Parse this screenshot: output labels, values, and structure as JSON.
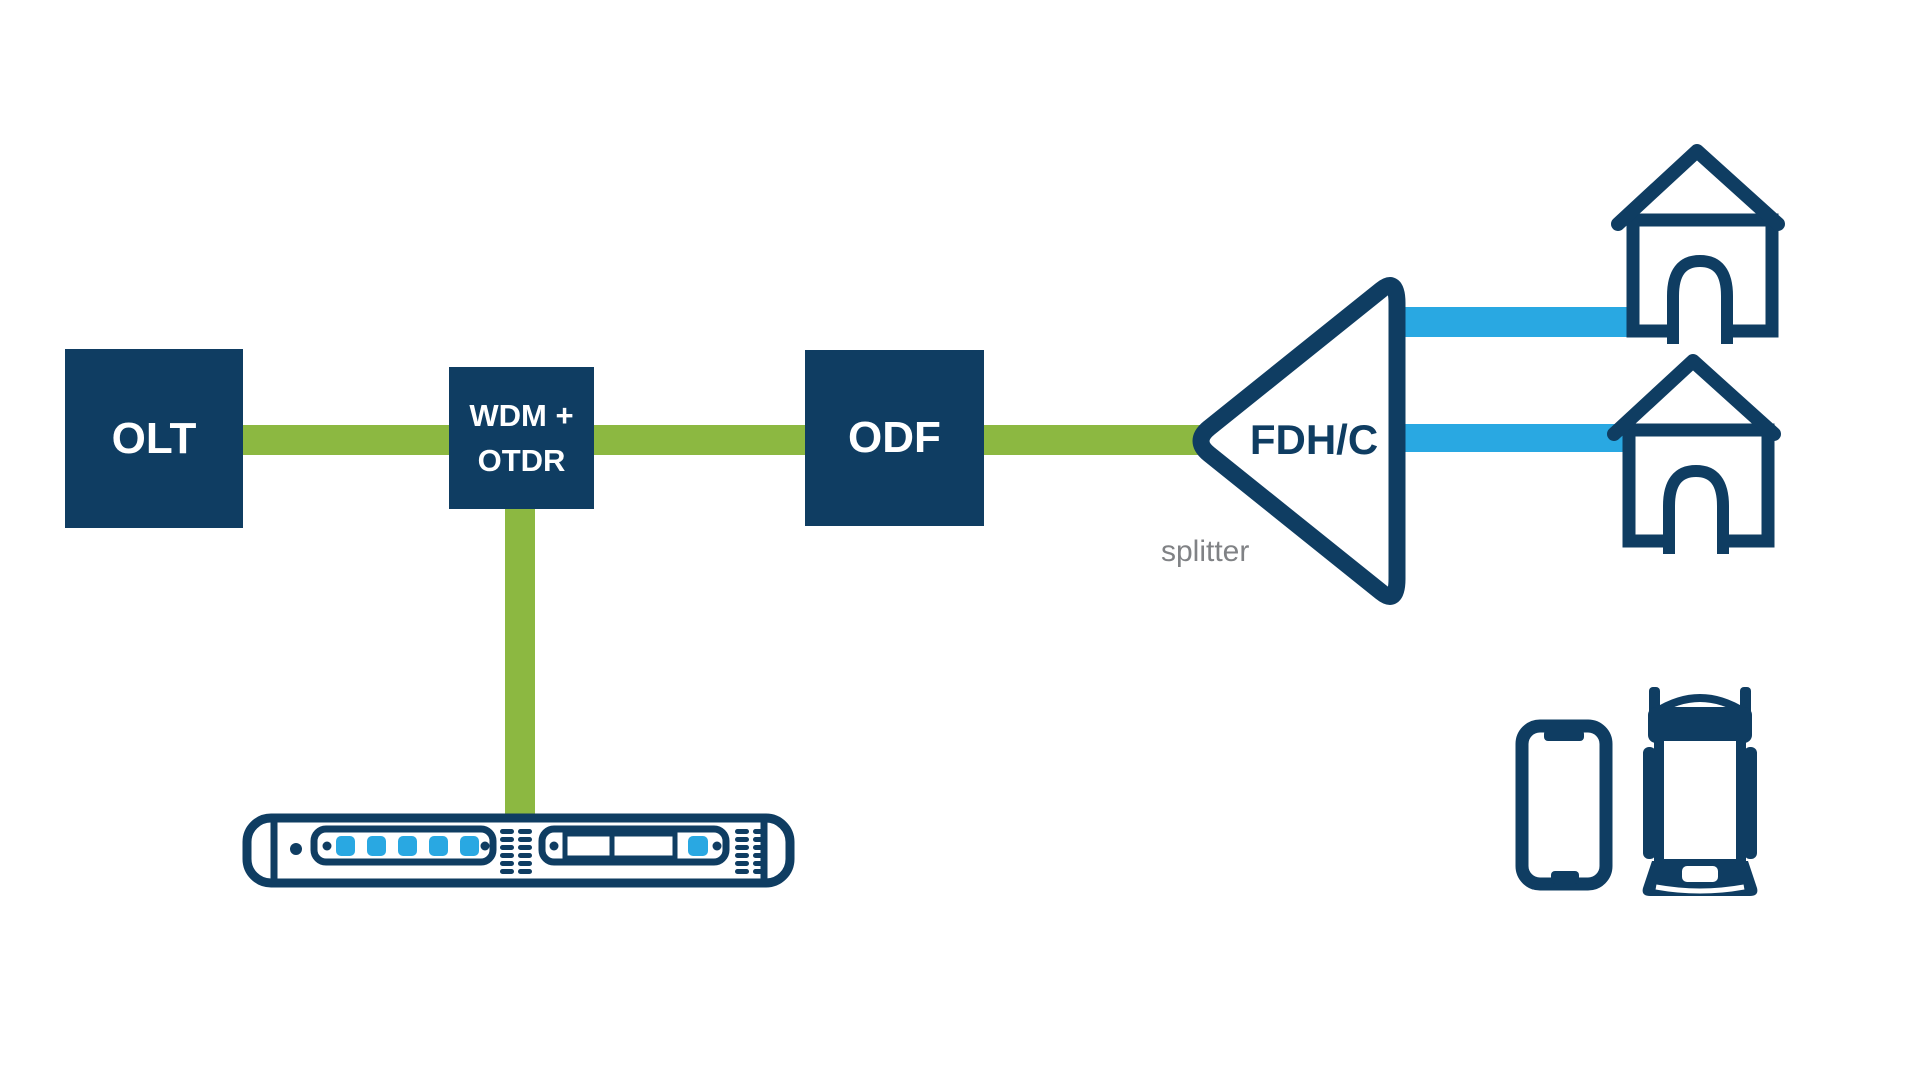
{
  "diagram_type": "fiber-network-topology",
  "nodes": {
    "olt": {
      "label": "OLT"
    },
    "wdm_otdr": {
      "label_line1": "WDM +",
      "label_line2": "OTDR"
    },
    "odf": {
      "label": "ODF"
    },
    "fdhc": {
      "label": "FDH/C",
      "caption": "splitter"
    }
  },
  "links": [
    {
      "from": "OLT",
      "to": "WDM + OTDR",
      "color": "#8CB841"
    },
    {
      "from": "WDM + OTDR",
      "to": "ODF",
      "color": "#8CB841"
    },
    {
      "from": "ODF",
      "to": "FDH/C splitter",
      "color": "#8CB841"
    },
    {
      "from": "WDM + OTDR",
      "to": "rack unit",
      "color": "#8CB841"
    },
    {
      "from": "FDH/C splitter",
      "to": "house 1",
      "color": "#29A8E2"
    },
    {
      "from": "FDH/C splitter",
      "to": "house 2",
      "color": "#29A8E2"
    }
  ],
  "icons": [
    "splitter-triangle-icon",
    "house-icon",
    "house-icon",
    "rack-unit-icon",
    "smartphone-icon",
    "handheld-tester-icon"
  ],
  "colors": {
    "navy": "#0F3D62",
    "green": "#8CB841",
    "blue": "#29A8E2",
    "gray_text": "#808285",
    "background": "#FFFFFF"
  }
}
